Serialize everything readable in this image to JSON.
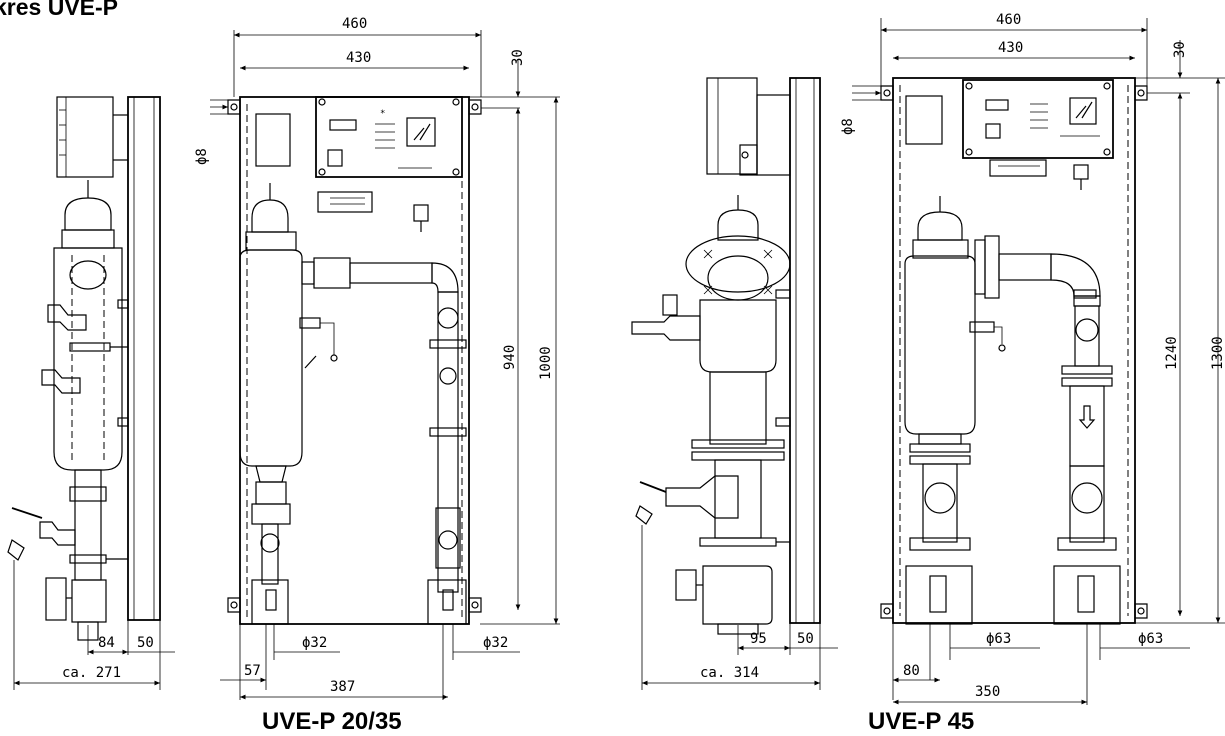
{
  "title": "kres UVE-P",
  "captions": {
    "left": "UVE-P 20/35",
    "right": "UVE-P 45"
  },
  "dims_left": {
    "w460": "460",
    "w430": "430",
    "h30": "30",
    "d8": "ϕ8",
    "h940": "940",
    "h1000": "1000",
    "side84": "84",
    "side50": "50",
    "side271": "ca. 271",
    "p32a": "ϕ32",
    "p32b": "ϕ32",
    "w57": "57",
    "w387": "387"
  },
  "dims_right": {
    "w460": "460",
    "w430": "430",
    "h30": "30",
    "d8": "ϕ8",
    "h1240": "1240",
    "h1300": "1300",
    "side95": "95",
    "side50": "50",
    "side314": "ca. 314",
    "p63a": "ϕ63",
    "p63b": "ϕ63",
    "w80": "80",
    "w350": "350"
  }
}
